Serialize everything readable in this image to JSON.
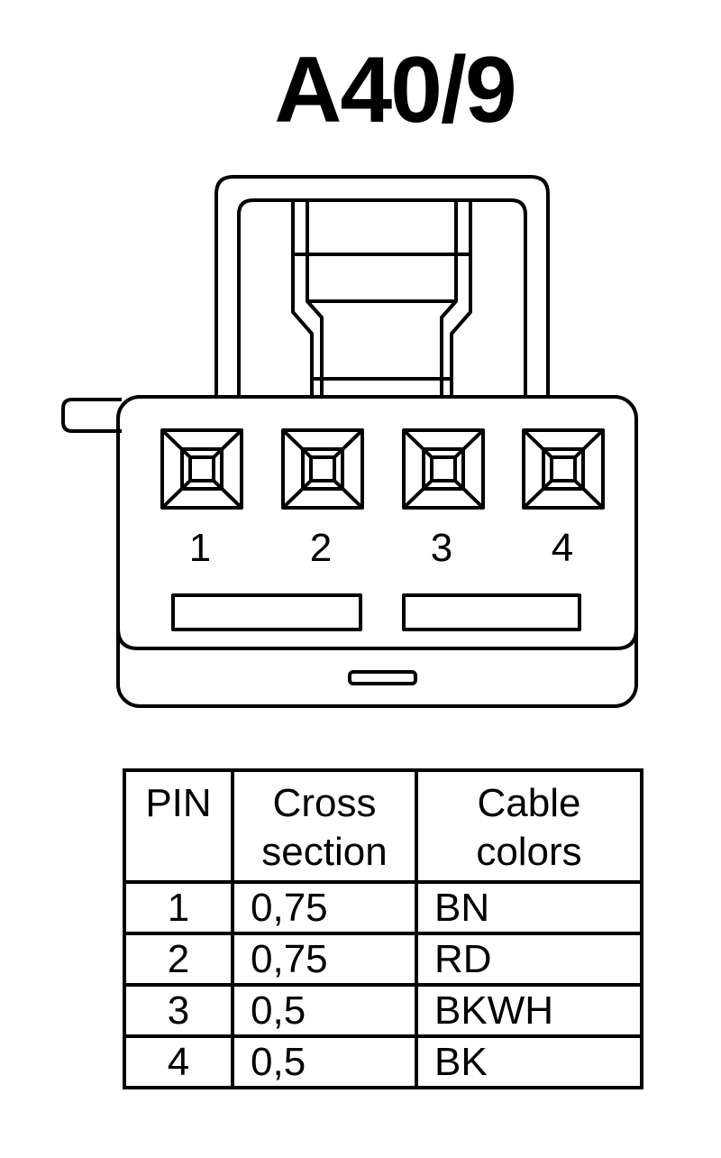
{
  "title": "A40/9",
  "connector": {
    "pins": [
      "1",
      "2",
      "3",
      "4"
    ]
  },
  "table": {
    "headers": {
      "pin": "PIN",
      "cross_line1": "Cross",
      "cross_line2": "section",
      "cable_line1": "Cable",
      "cable_line2": "colors"
    },
    "rows": [
      {
        "pin": "1",
        "cross": "0,75",
        "color": "BN"
      },
      {
        "pin": "2",
        "cross": "0,75",
        "color": "RD"
      },
      {
        "pin": "3",
        "cross": "0,5",
        "color": "BKWH"
      },
      {
        "pin": "4",
        "cross": "0,5",
        "color": "BK"
      }
    ]
  }
}
